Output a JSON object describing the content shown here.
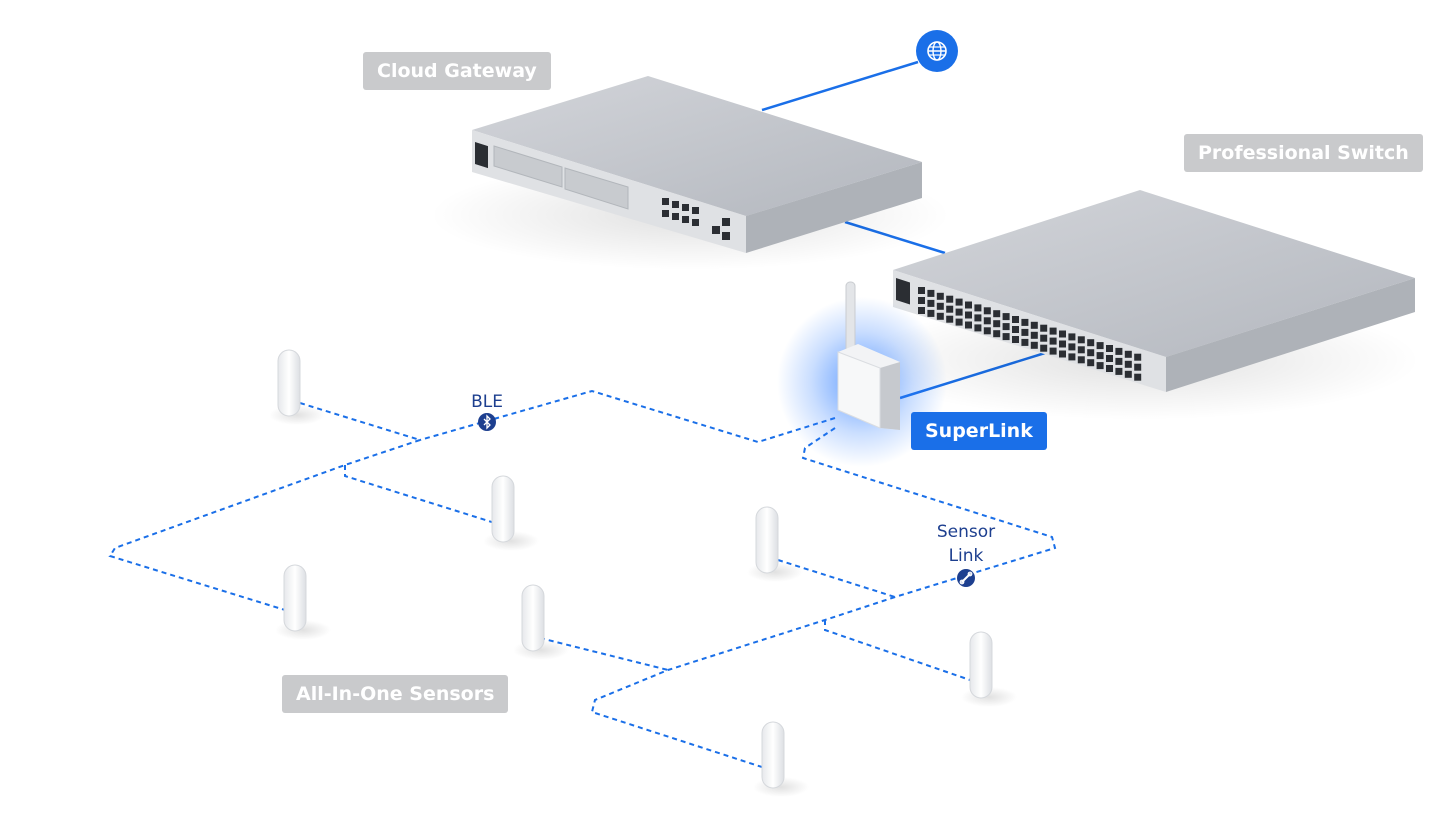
{
  "labels": {
    "cloud_gateway": "Cloud Gateway",
    "professional_switch": "Professional Switch",
    "superlink": "SuperLink",
    "all_in_one_sensors": "All-In-One Sensors",
    "ble": "BLE",
    "sensor_link_line1": "Sensor",
    "sensor_link_line2": "Link"
  },
  "icons": {
    "internet": "globe-icon",
    "ble": "bluetooth-icon",
    "sensor_link": "link-icon"
  },
  "colors": {
    "link_blue": "#1a6fe8",
    "dark_blue": "#1d3f8f",
    "label_gray": "#c9cacc",
    "device_gray": "#c6c9ce"
  }
}
